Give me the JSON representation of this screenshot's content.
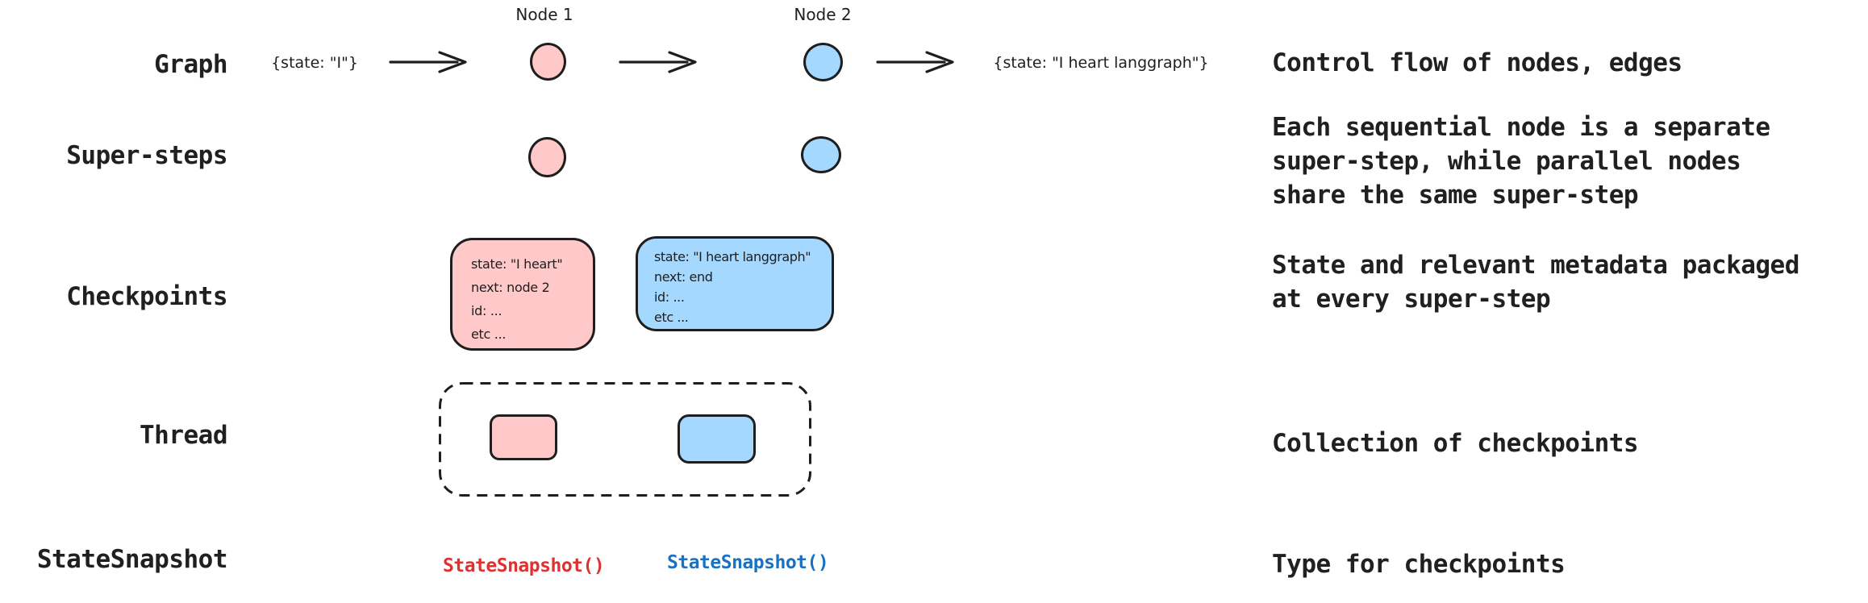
{
  "rows": [
    {
      "label": "Graph",
      "description": "Control flow of nodes, edges"
    },
    {
      "label": "Super-steps",
      "description": "Each sequential node is a separate\nsuper-step, while parallel nodes\nshare the same super-step"
    },
    {
      "label": "Checkpoints",
      "description": "State and relevant metadata packaged\nat every super-step"
    },
    {
      "label": "Thread",
      "description": "Collection of checkpoints"
    },
    {
      "label": "StateSnapshot",
      "description": "Type for checkpoints"
    }
  ],
  "graph_row": {
    "input_state": "{state: \"I\"}",
    "node1_label": "Node 1",
    "node2_label": "Node 2",
    "output_state": "{state: \"I heart langgraph\"}"
  },
  "checkpoints": {
    "checkpoint1": {
      "lines": [
        "state: \"I heart\"",
        "next: node 2",
        "id: ...",
        "etc ..."
      ]
    },
    "checkpoint2": {
      "lines": [
        "state: \"I heart langgraph\"",
        "next: end",
        "id: ...",
        "etc ..."
      ]
    }
  },
  "state_snapshot": {
    "pink_call": "StateSnapshot()",
    "blue_call": "StateSnapshot()"
  },
  "colors": {
    "node_pink": "#ffc9c9",
    "node_blue": "#a5d8ff",
    "stroke": "#1e1e1e",
    "code_red": "#e03131",
    "code_blue": "#1971c2"
  }
}
